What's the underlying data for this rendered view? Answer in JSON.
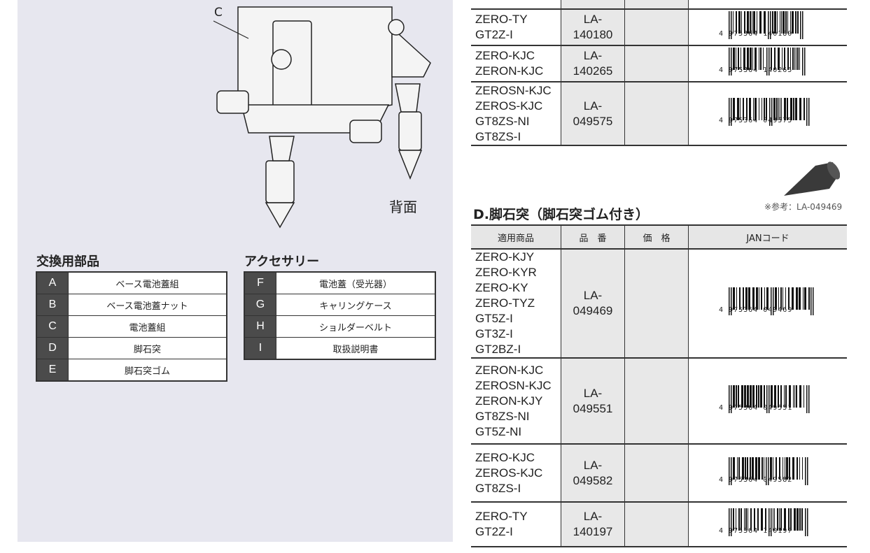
{
  "illustration": {
    "label_c": "C",
    "label_back": "背面"
  },
  "replacement_parts": {
    "title": "交換用部品",
    "items": [
      {
        "key": "A",
        "name": "ベース電池蓋組"
      },
      {
        "key": "B",
        "name": "ベース電池蓋ナット"
      },
      {
        "key": "C",
        "name": "電池蓋組"
      },
      {
        "key": "D",
        "name": "脚石突"
      },
      {
        "key": "E",
        "name": "脚石突ゴム"
      }
    ]
  },
  "accessories": {
    "title": "アクセサリー",
    "items": [
      {
        "key": "F",
        "name": "電池蓋（受光器）"
      },
      {
        "key": "G",
        "name": "キャリングケース"
      },
      {
        "key": "H",
        "name": "ショルダーベルト"
      },
      {
        "key": "I",
        "name": "取扱説明書"
      }
    ]
  },
  "table_top": {
    "rows": [
      {
        "models": "ZERO-TY\nGT2Z-I",
        "part": "LA-140180",
        "price": "",
        "jan_prefix": "4",
        "jan": "975364 140180"
      },
      {
        "models": "ZERO-KJC\nZERON-KJC",
        "part": "LA-140265",
        "price": "",
        "jan_prefix": "4",
        "jan": "975364 140265"
      },
      {
        "models": "ZEROSN-KJC\nZEROS-KJC\nGT8ZS-NI\nGT8ZS-I",
        "part": "LA-049575",
        "price": "",
        "jan_prefix": "4",
        "jan": "975364 049575"
      }
    ]
  },
  "section_d": {
    "title": "D.脚石突（脚石突ゴム付き）",
    "reference": "※参考：LA-049469",
    "headers": [
      "適用商品",
      "品　番",
      "価　格",
      "JANコード"
    ],
    "rows": [
      {
        "models": "ZERO-KJY\nZERO-KYR\nZERO-KY\nZERO-TYZ\nGT5Z-I\nGT3Z-I\nGT2BZ-I",
        "part": "LA-049469",
        "price": "",
        "jan_prefix": "4",
        "jan": "975364 049469"
      },
      {
        "models": "ZERON-KJC\nZEROSN-KJC\nZERON-KJY\nGT8ZS-NI\nGT5Z-NI",
        "part": "LA-049551",
        "price": "",
        "jan_prefix": "4",
        "jan": "975364 049551"
      },
      {
        "models": "ZERO-KJC\nZEROS-KJC\nGT8ZS-I",
        "part": "LA-049582",
        "price": "",
        "jan_prefix": "4",
        "jan": "975364 049582"
      },
      {
        "models": "ZERO-TY\nGT2Z-I",
        "part": "LA-140197",
        "price": "",
        "jan_prefix": "4",
        "jan": "975364 140197"
      }
    ]
  }
}
